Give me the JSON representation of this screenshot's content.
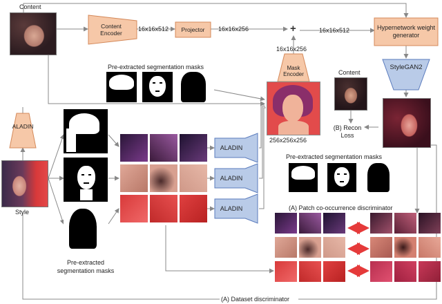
{
  "labels": {
    "content_top": "Content",
    "content_encoder": "Content Encoder",
    "dim_content": "16x16x512",
    "projector": "Projector",
    "dim_projector": "16x16x256",
    "plus": "+",
    "dim_sum": "16x16x512",
    "hypernetwork": "Hypernetwork weight generator",
    "dim_mask": "16x16x256",
    "mask_encoder": "Mask Encoder",
    "premasks_top": "Pre-extracted segmentation masks",
    "mask_size": "256x256x256",
    "content_right": "Content",
    "stylegan": "StyleGAN2",
    "recon_loss": "(B) Recon Loss",
    "aladin_left": "ALADIN",
    "aladin_1": "ALADIN",
    "aladin_2": "ALADIN",
    "aladin_3": "ALADIN",
    "style": "Style",
    "premasks_left": "Pre-extracted segmentation masks",
    "premasks_right": "Pre-extracted segmentation masks",
    "patch_disc": "(A) Patch co-occurrence discriminator",
    "dataset_disc": "(A) Dataset discriminator"
  },
  "colors": {
    "orange_fill": "#f6c8a8",
    "orange_stroke": "#d4895a",
    "blue_fill": "#b9cbe8",
    "blue_stroke": "#5a7bbd",
    "red_arrow": "#e53a3a",
    "line": "#888888"
  }
}
